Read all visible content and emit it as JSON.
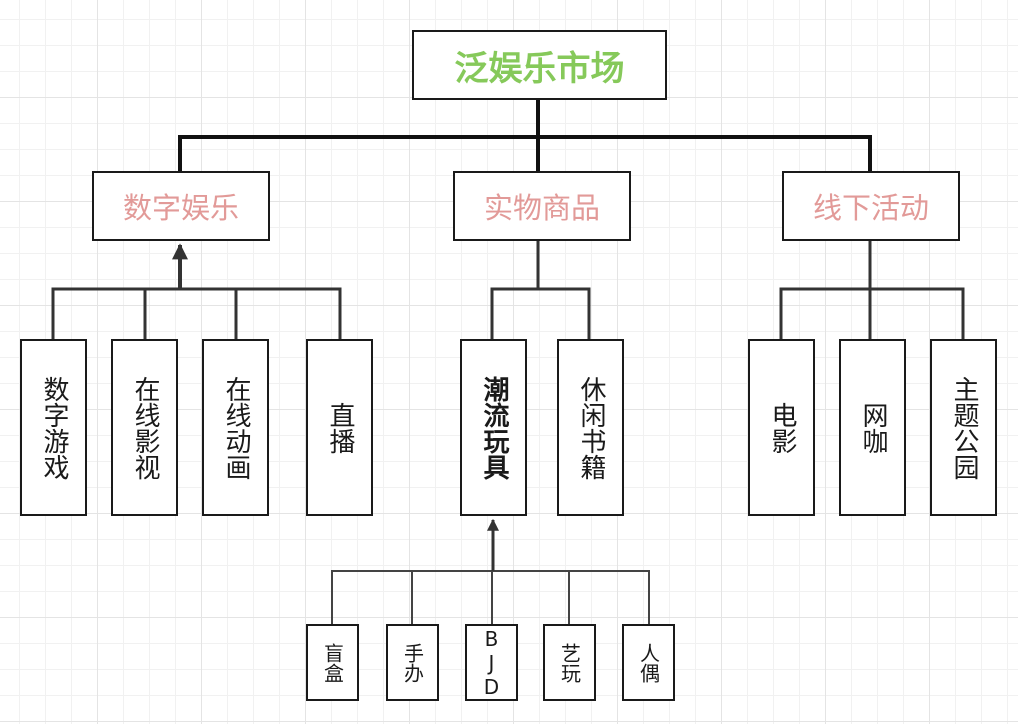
{
  "colors": {
    "root_text": "#86c95a",
    "category_text": "#e29a98",
    "leaf_text": "#1a1a1a",
    "connector": "#1a1a1a"
  },
  "root": {
    "label": "泛娱乐市场"
  },
  "categories": [
    {
      "label": "数字娱乐",
      "children": [
        "数字游戏",
        "在线影视",
        "在线动画",
        "直播"
      ]
    },
    {
      "label": "实物商品",
      "children": [
        "潮流玩具",
        "休闲书籍"
      ]
    },
    {
      "label": "线下活动",
      "children": [
        "电影",
        "网咖",
        "主题公园"
      ]
    }
  ],
  "sub_items": {
    "parent": "潮流玩具",
    "items": [
      "盲盒",
      "手办",
      "BJD",
      "艺玩",
      "人偶"
    ]
  }
}
